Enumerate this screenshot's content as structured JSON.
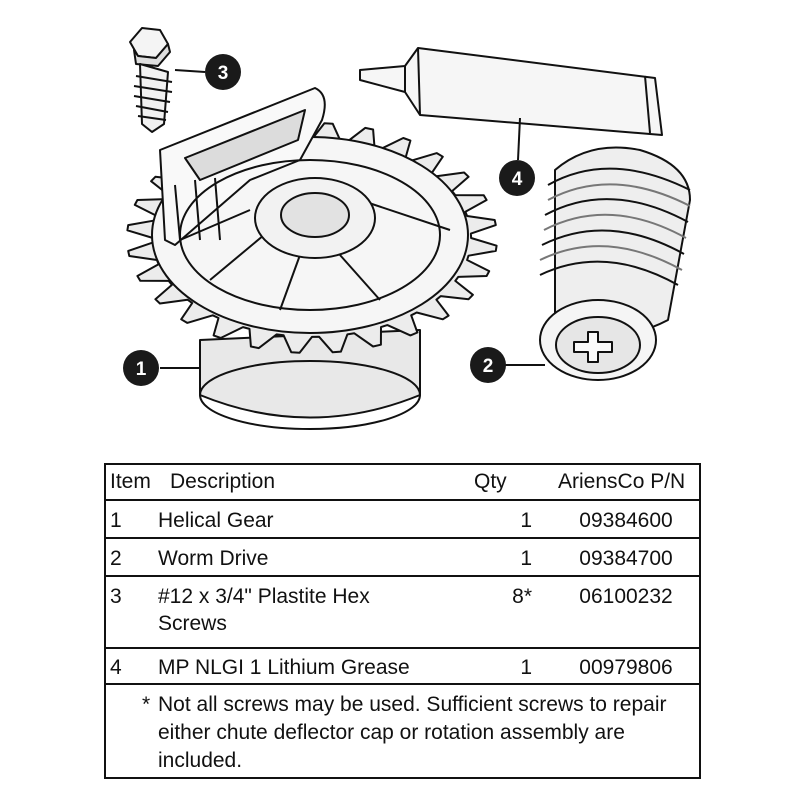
{
  "callouts": {
    "gear": "1",
    "worm_drive": "2",
    "screw": "3",
    "grease": "4"
  },
  "table": {
    "headers": {
      "item": "Item",
      "description": "Description",
      "qty": "Qty",
      "part_number": "AriensCo P/N"
    },
    "rows": [
      {
        "item": "1",
        "description": "Helical Gear",
        "qty": "1",
        "part_number": "09384600"
      },
      {
        "item": "2",
        "description": "Worm Drive",
        "qty": "1",
        "part_number": "09384700"
      },
      {
        "item": "3",
        "description": "#12 x 3/4\" Plastite Hex Screws",
        "qty": "8*",
        "part_number": "06100232"
      },
      {
        "item": "4",
        "description": "MP NLGI 1 Lithium Grease",
        "qty": "1",
        "part_number": "00979806"
      }
    ],
    "note_star": "*",
    "note": "Not all screws may be used. Sufficient screws to repair either chute deflector cap or rotation assembly are included."
  }
}
